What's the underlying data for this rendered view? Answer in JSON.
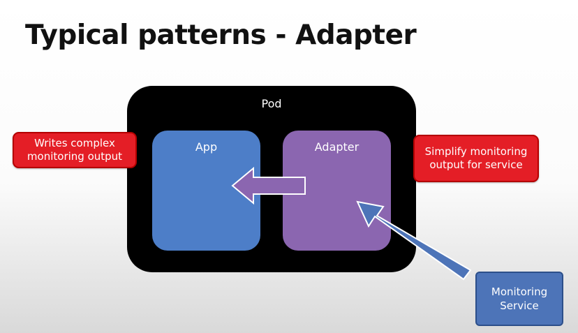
{
  "slide": {
    "title": "Typical patterns - Adapter"
  },
  "diagram": {
    "pod_label": "Pod",
    "app_label": "App",
    "adapter_label": "Adapter",
    "callout_left": "Writes complex monitoring output",
    "callout_right": "Simplify monitoring output for service",
    "monitoring_service": "Monitoring Service"
  },
  "colors": {
    "pod": "#000000",
    "app": "#4d7ec8",
    "adapter": "#8b66b0",
    "callout": "#e41e26",
    "monitoring_service": "#4d74b8"
  }
}
